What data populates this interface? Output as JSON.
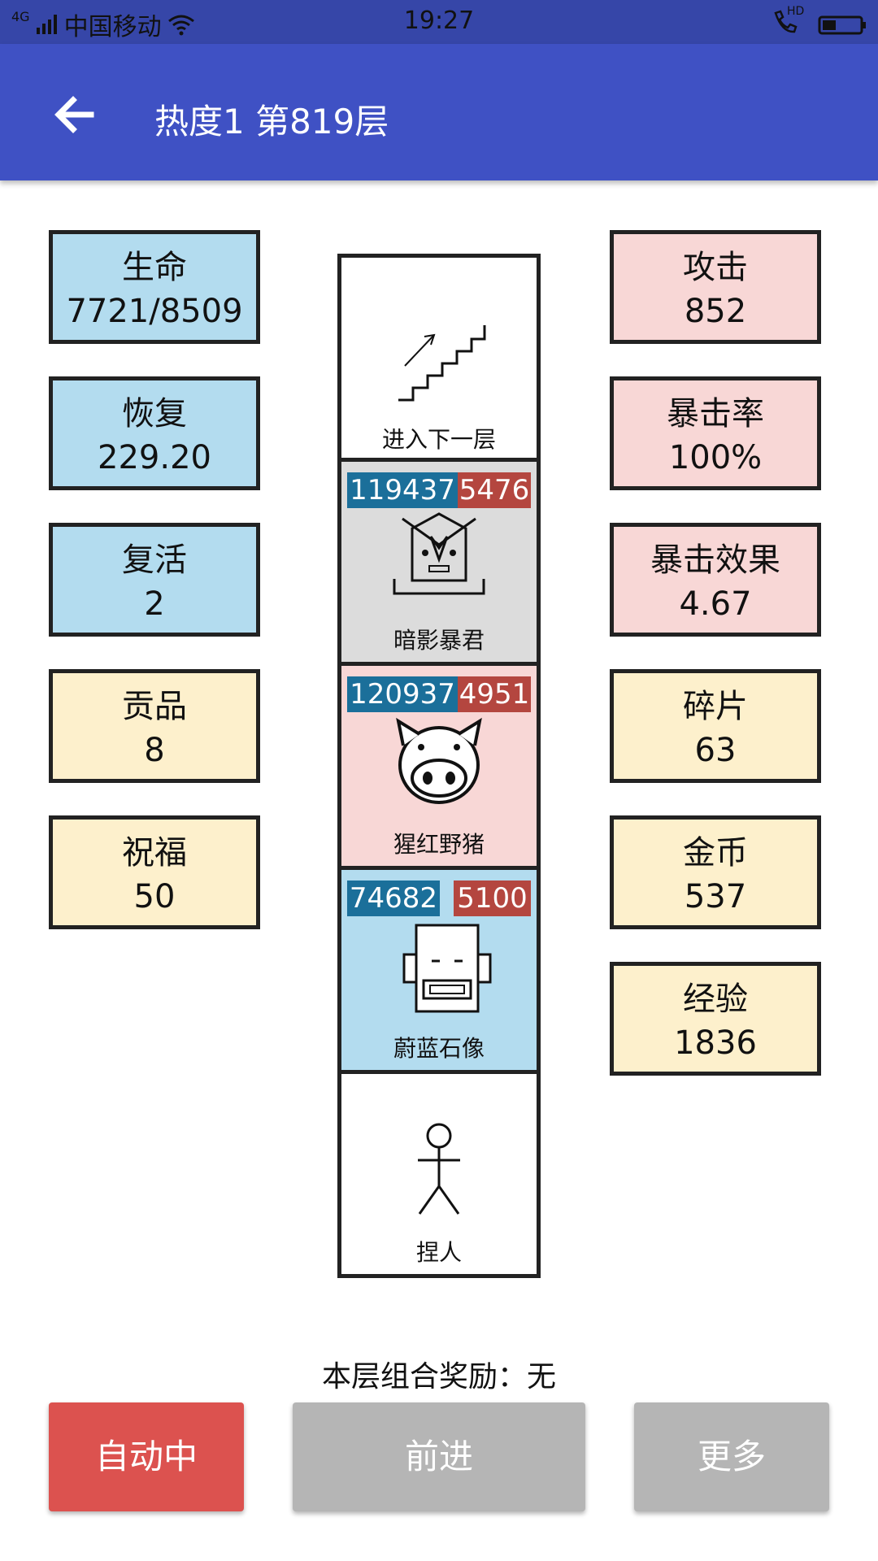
{
  "status_bar": {
    "network": "4G",
    "carrier": "中国移动",
    "time": "19:27",
    "hd": "HD",
    "icons": [
      "signal-icon",
      "wifi-icon",
      "phone-hd-icon",
      "battery-icon"
    ]
  },
  "appbar": {
    "title": "热度1 第819层",
    "back_icon": "arrow-left-icon",
    "color": "#3f51c4"
  },
  "left_stats": [
    {
      "label": "生命",
      "value": "7721/8509",
      "color": "#b3dcef"
    },
    {
      "label": "恢复",
      "value": "229.20",
      "color": "#b3dcef"
    },
    {
      "label": "复活",
      "value": "2",
      "color": "#b3dcef"
    },
    {
      "label": "贡品",
      "value": "8",
      "color": "#fdf0cc"
    },
    {
      "label": "祝福",
      "value": "50",
      "color": "#fdf0cc"
    }
  ],
  "right_stats": [
    {
      "label": "攻击",
      "value": "852",
      "color": "#f8d7d6"
    },
    {
      "label": "暴击率",
      "value": "100%",
      "color": "#f8d7d6"
    },
    {
      "label": "暴击效果",
      "value": "4.67",
      "color": "#f8d7d6"
    },
    {
      "label": "碎片",
      "value": "63",
      "color": "#fdf0cc"
    },
    {
      "label": "金币",
      "value": "537",
      "color": "#fdf0cc"
    },
    {
      "label": "经验",
      "value": "1836",
      "color": "#fdf0cc"
    }
  ],
  "tower": {
    "stairs": {
      "name": "进入下一层",
      "icon": "stairs-icon"
    },
    "enemies": [
      {
        "name": "暗影暴君",
        "hp": "119437",
        "atk": "5476",
        "icon": "shadow-tyrant-icon",
        "color": "#dcdcdc"
      },
      {
        "name": "猩红野猪",
        "hp": "120937",
        "atk": "4951",
        "icon": "boar-icon",
        "color": "#f8d7d6"
      },
      {
        "name": "蔚蓝石像",
        "hp": "74682",
        "atk": "5100",
        "icon": "statue-icon",
        "color": "#b3dcef"
      }
    ],
    "player": {
      "name": "捏人",
      "icon": "stick-figure-icon"
    }
  },
  "combo_reward": "本层组合奖励：无",
  "buttons": {
    "auto": {
      "label": "自动中",
      "color": "#dc524f"
    },
    "advance": {
      "label": "前进",
      "color": "#b5b5b5"
    },
    "more": {
      "label": "更多",
      "color": "#b5b5b5"
    }
  }
}
